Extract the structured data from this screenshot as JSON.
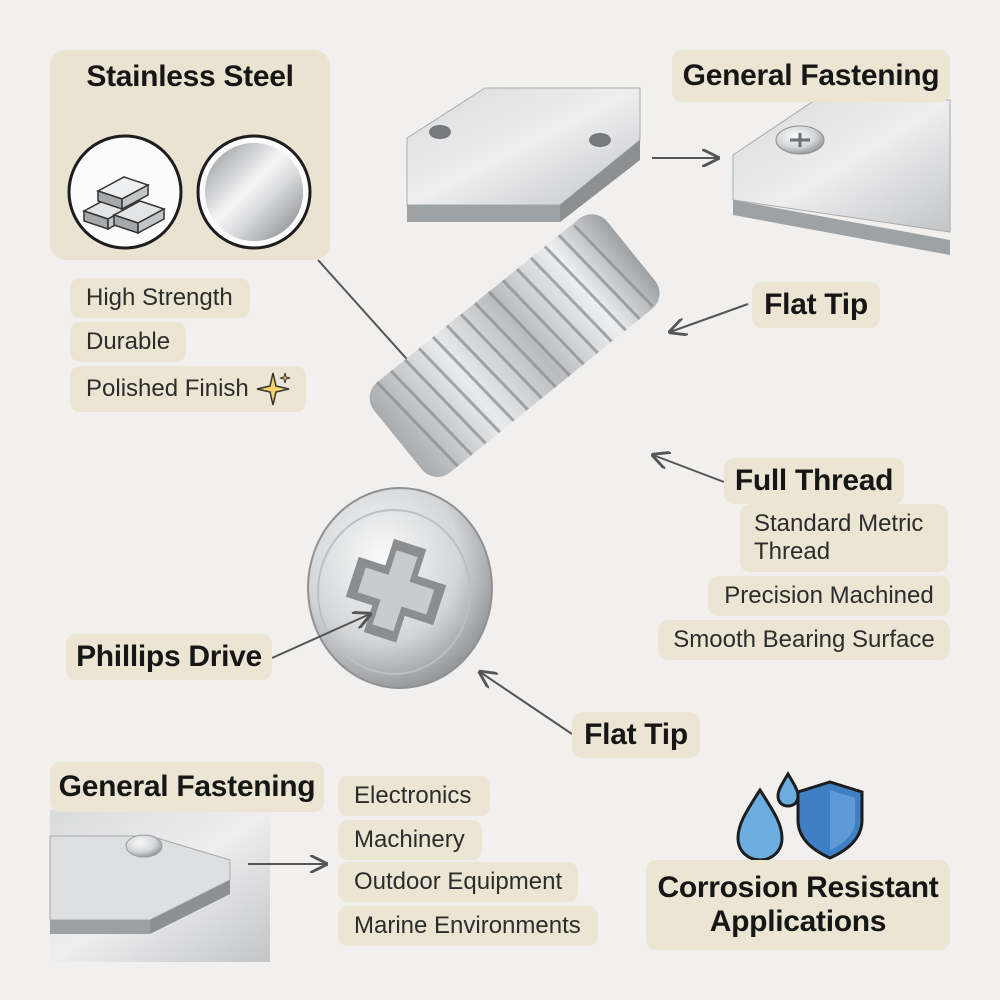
{
  "material": {
    "title": "Stainless Steel",
    "features": [
      "High Strength",
      "Durable",
      "Polished Finish"
    ],
    "icons": [
      "ingot-stack-icon",
      "polished-disc-icon",
      "sparkle-icon"
    ]
  },
  "top_application": {
    "title": "General Fastening"
  },
  "callouts": {
    "tip_top": "Flat Tip",
    "thread": "Full Thread",
    "drive": "Phillips Drive",
    "tip_bottom": "Flat Tip"
  },
  "thread_features": [
    "Standard Metric Thread",
    "Precision Machined",
    "Smooth Bearing Surface"
  ],
  "bottom_application": {
    "title": "General Fastening",
    "uses": [
      "Electronics",
      "Machinery",
      "Outdoor Equipment",
      "Marine Environments"
    ]
  },
  "corrosion": {
    "title_line1": "Corrosion Resistant",
    "title_line2": "Applications",
    "icons": [
      "water-drops-icon",
      "shield-icon"
    ],
    "colors": {
      "drop": "#6aaee0",
      "shield": "#3f7fc4"
    }
  },
  "colors": {
    "card": "#ede5d4",
    "steel": "#c7c9cb",
    "arrow": "#555555"
  }
}
